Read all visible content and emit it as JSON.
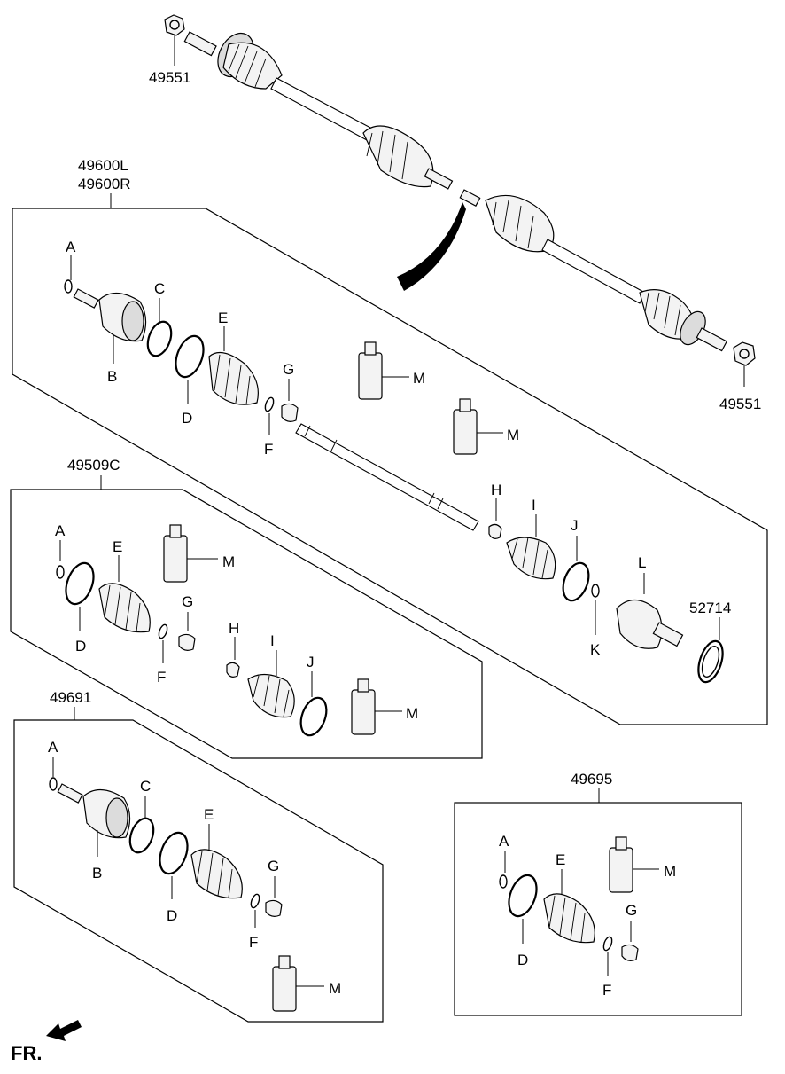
{
  "assembly": {
    "top_nut_label_left": "49551",
    "top_nut_label_right": "49551",
    "main_group_label_l": "49600L",
    "main_group_label_r": "49600R"
  },
  "main_group": {
    "a": "A",
    "b": "B",
    "c": "C",
    "d": "D",
    "e": "E",
    "f": "F",
    "g": "G",
    "h": "H",
    "i": "I",
    "j": "J",
    "k": "K",
    "l": "L",
    "m1": "M",
    "m2": "M",
    "ring_label": "52714"
  },
  "group_49509c": {
    "title": "49509C",
    "a": "A",
    "d": "D",
    "e": "E",
    "f": "F",
    "g": "G",
    "h": "H",
    "i": "I",
    "j": "J",
    "m1": "M",
    "m2": "M"
  },
  "group_49691": {
    "title": "49691",
    "a": "A",
    "b": "B",
    "c": "C",
    "d": "D",
    "e": "E",
    "f": "F",
    "g": "G",
    "m": "M"
  },
  "group_49695": {
    "title": "49695",
    "a": "A",
    "d": "D",
    "e": "E",
    "f": "F",
    "g": "G",
    "m": "M"
  },
  "orientation": {
    "label": "FR."
  }
}
